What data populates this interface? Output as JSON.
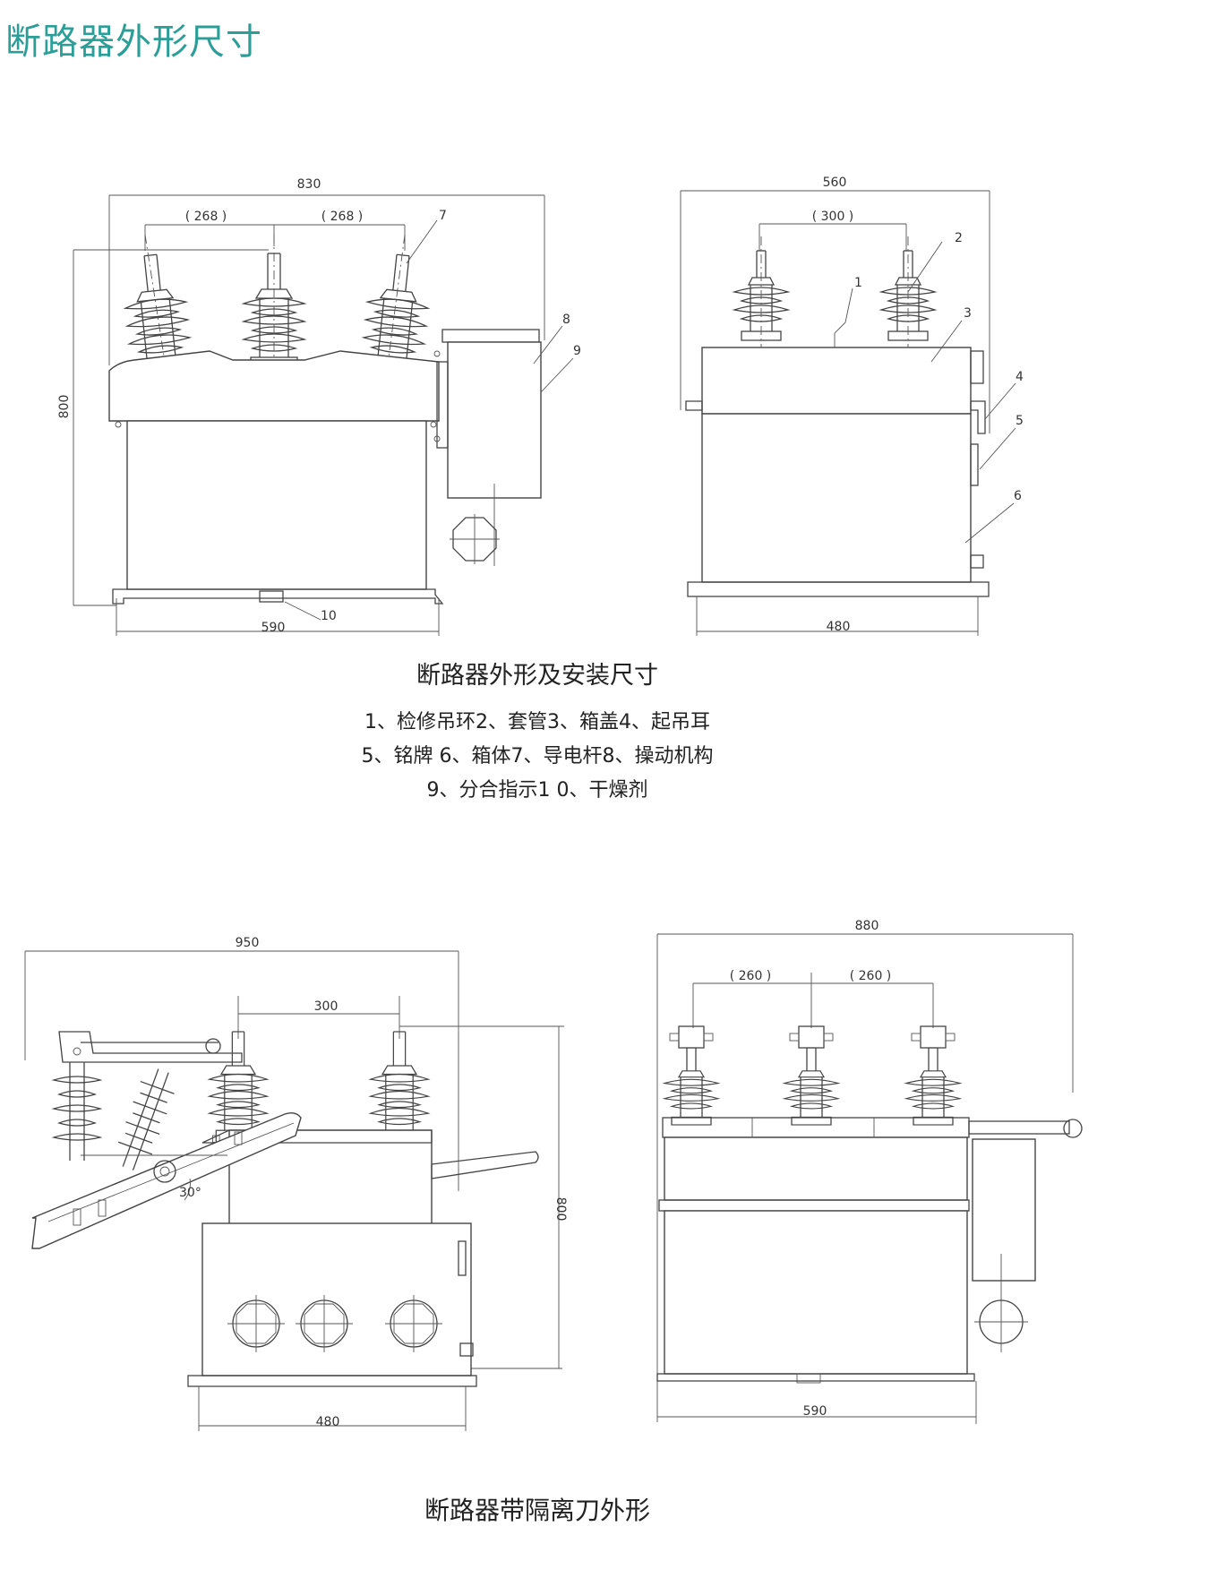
{
  "page_title": "断路器外形尺寸",
  "top_section": {
    "caption": "断路器外形及安装尺寸",
    "legend_lines": [
      "1、检修吊环2、套管3、箱盖4、起吊耳",
      "5、铭牌 6、箱体7、导电杆8、操动机构",
      "9、分合指示1 0、干燥剂"
    ],
    "front_view": {
      "dim_width": "830",
      "dim_pitch_left": "( 268 )",
      "dim_pitch_right": "( 268 )",
      "dim_height": "800",
      "dim_base": "590",
      "callouts": [
        "7",
        "8",
        "9",
        "10"
      ]
    },
    "side_view": {
      "dim_width": "560",
      "dim_pitch": "( 300 )",
      "dim_base": "480",
      "callouts": [
        "1",
        "2",
        "3",
        "4",
        "5",
        "6"
      ]
    }
  },
  "bottom_section": {
    "caption": "断路器带隔离刀外形",
    "side_view": {
      "dim_width": "950",
      "dim_pitch": "300",
      "dim_height": "800",
      "dim_base": "480",
      "angle": "30°"
    },
    "front_view": {
      "dim_width": "880",
      "dim_pitch_left": "( 260 )",
      "dim_pitch_right": "( 260 )",
      "dim_base": "590"
    }
  }
}
